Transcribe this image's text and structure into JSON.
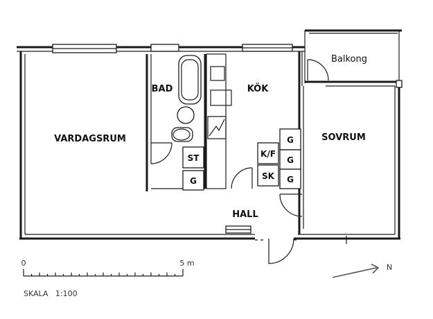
{
  "rooms": {
    "vardagsrum": "VARDAGSRUM",
    "bad": "BAD",
    "kok": "KÖK",
    "balkong": "Balkong",
    "sovrum": "SOVRUM",
    "hall": "HALL"
  },
  "fixtures": {
    "st": "ST",
    "g": "G",
    "kf": "K/F",
    "sk": "SK"
  },
  "scale": {
    "start": "0",
    "end": "5 m",
    "label": "SKALA   1:100"
  },
  "north": "N"
}
